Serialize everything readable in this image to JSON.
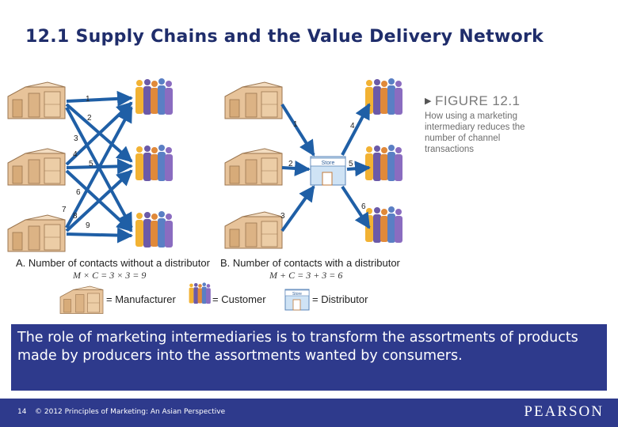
{
  "slide": {
    "title": "12.1 Supply Chains and the Value Delivery Network",
    "body": "The role of marketing intermediaries is to transform the assortments of products made by producers into the assortments wanted by consumers."
  },
  "figure": {
    "label": "FIGURE 12.1",
    "caption": "How using a marketing intermediary reduces the number of channel transactions",
    "panel_a": {
      "label": "A. Number of contacts without a distributor",
      "formula": "M × C = 3 × 3 = 9",
      "contact_numbers": [
        "1",
        "2",
        "3",
        "4",
        "5",
        "6",
        "7",
        "8",
        "9"
      ]
    },
    "panel_b": {
      "label": "B. Number of contacts with a distributor",
      "formula": "M + C = 3 + 3 = 6",
      "contact_numbers": [
        "1",
        "2",
        "3",
        "4",
        "5",
        "6"
      ],
      "store_sign": "Store"
    },
    "legend": {
      "manufacturer": "= Manufacturer",
      "customer": "= Customer",
      "distributor": "= Distributor",
      "store_sign": "Store"
    }
  },
  "footer": {
    "page": "14",
    "copyright": "© 2012 Principles of Marketing: An Asian Perspective",
    "brand": "PEARSON"
  },
  "colors": {
    "arrow": "#1f5fa6",
    "building": "#e7c39a",
    "store": "#cfe3f5",
    "banner": "#2e3a8c",
    "title": "#1f2d6b"
  }
}
